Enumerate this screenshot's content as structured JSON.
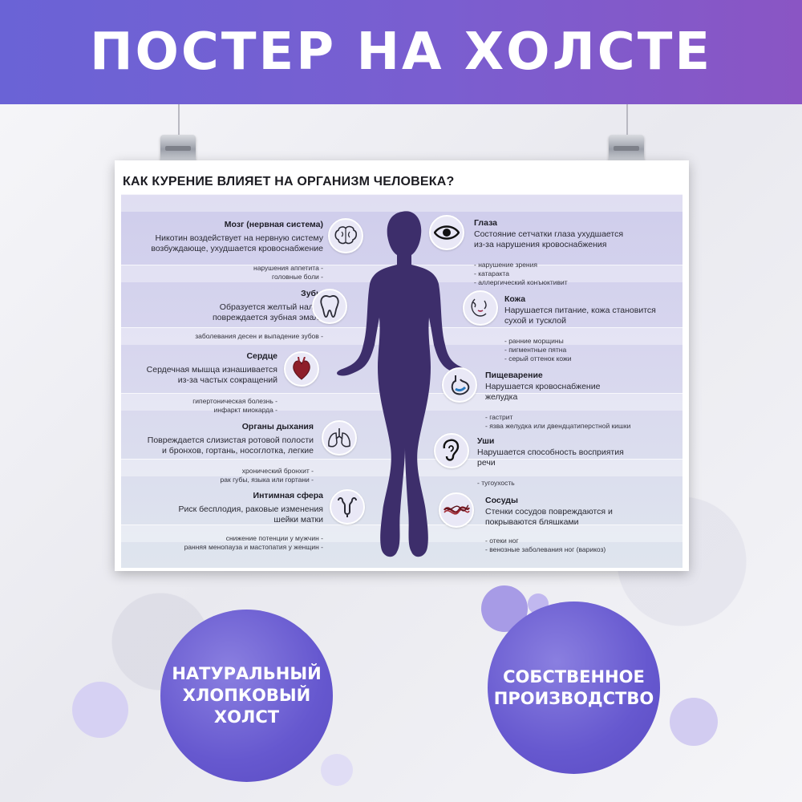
{
  "banner": {
    "title": "ПОСТЕР НА ХОЛСТЕ"
  },
  "poster": {
    "title": "КАК КУРЕНИЕ ВЛИЯЕТ НА ОРГАНИЗМ ЧЕЛОВЕКА?",
    "left": [
      {
        "icon": "brain-icon",
        "title": "Мозг (нервная система)",
        "desc": [
          "Никотин воздействует на нервную систему",
          "возбуждающе, ухудшается кровоснабжение"
        ],
        "cons": [
          "нарушения аппетита -",
          "головные боли -"
        ]
      },
      {
        "icon": "tooth-icon",
        "title": "Зубы",
        "desc": [
          "Образуется желтый налет,",
          "повреждается зубная эмаль"
        ],
        "cons": [
          "заболевания десен и выпадение зубов -"
        ]
      },
      {
        "icon": "heart-icon",
        "title": "Сердце",
        "desc": [
          "Сердечная мышца изнашивается",
          "из-за частых сокращений"
        ],
        "cons": [
          "гипертоническая болезнь -",
          "инфаркт миокарда -"
        ]
      },
      {
        "icon": "lungs-icon",
        "title": "Органы дыхания",
        "desc": [
          "Повреждается слизистая ротовой полости",
          "и бронхов, гортань, носоглотка, легкие"
        ],
        "cons": [
          "хронический бронхит -",
          "рак губы, языка или гортани -"
        ]
      },
      {
        "icon": "uterus-icon",
        "title": "Интимная сфера",
        "desc": [
          "Риск бесплодия, раковые изменения",
          "шейки матки"
        ],
        "cons": [
          "снижение потенции у мужчин -",
          "ранняя менопауза и мастопатия у женщин -"
        ]
      }
    ],
    "right": [
      {
        "icon": "eye-icon",
        "title": "Глаза",
        "desc": [
          "Состояние сетчатки глаза ухудшается",
          "из-за нарушения кровоснабжения"
        ],
        "cons": [
          "- нарушение зрения",
          "- катаракта",
          "- аллергический конъюктивит"
        ]
      },
      {
        "icon": "skin-icon",
        "title": "Кожа",
        "desc": [
          "Нарушается питание, кожа становится",
          "сухой и тусклой"
        ],
        "cons": [
          "- ранние морщины",
          "- пигментные пятна",
          "- серый оттенок кожи"
        ]
      },
      {
        "icon": "stomach-icon",
        "title": "Пищеварение",
        "desc": [
          "Нарушается кровоснабжение",
          "желудка"
        ],
        "cons": [
          "- гастрит",
          "- язва желудка или двендцатиперстной кишки"
        ]
      },
      {
        "icon": "ear-icon",
        "title": "Уши",
        "desc": [
          "Нарушается способность восприятия",
          "речи"
        ],
        "cons": [
          "- тугоухость"
        ]
      },
      {
        "icon": "vessels-icon",
        "title": "Сосуды",
        "desc": [
          "Стенки сосудов повреждаются и",
          "покрываются  бляшками"
        ],
        "cons": [
          "- отеки ног",
          "- венозные заболевания ног (варикоз)"
        ]
      }
    ]
  },
  "badges": {
    "left": [
      "НАТУРАЛЬНЫЙ",
      "ХЛОПКОВЫЙ",
      "ХОЛСТ"
    ],
    "right": [
      "СОБСТВЕННОЕ",
      "ПРОИЗВОДСТВО"
    ]
  },
  "colors": {
    "banner": "#6a63d6",
    "badge": "#6658cf",
    "silhouette": "#3d2e6b"
  }
}
